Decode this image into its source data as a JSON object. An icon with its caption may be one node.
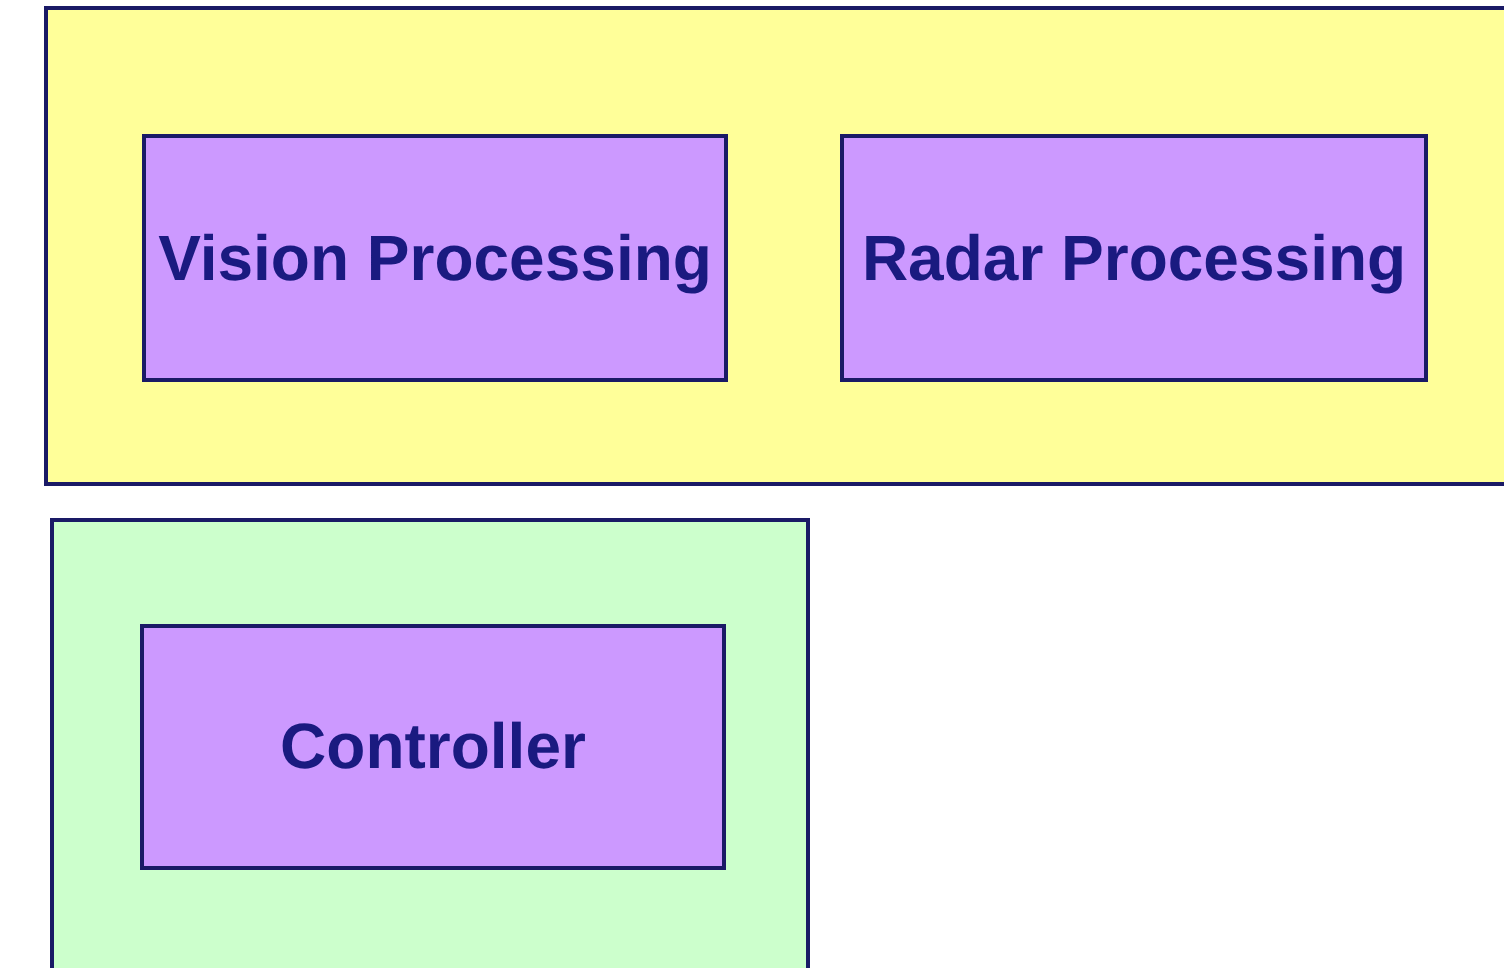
{
  "diagram": {
    "nodes": [
      {
        "text": [],
        "shape": "box"
      },
      {
        "text": [
          "Vision Processing"
        ],
        "in": 0
      },
      {
        "text": [
          "Radar Processing"
        ],
        "in": 0
      },
      {
        "text": [],
        "shape": "box"
      },
      {
        "text": [
          "Controller"
        ],
        "in": 3
      }
    ]
  }
}
